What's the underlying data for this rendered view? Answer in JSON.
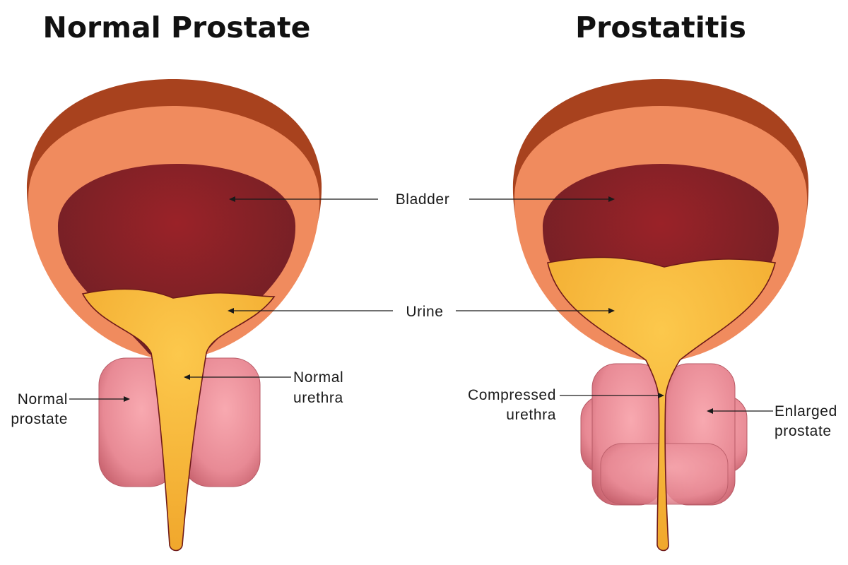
{
  "titles": {
    "left": "Normal Prostate",
    "right": "Prostatitis"
  },
  "labels": {
    "bladder": "Bladder",
    "urine": "Urine",
    "normal_prostate_1": "Normal",
    "normal_prostate_2": "prostate",
    "normal_urethra_1": "Normal",
    "normal_urethra_2": "urethra",
    "compressed_urethra_1": "Compressed",
    "compressed_urethra_2": "urethra",
    "enlarged_prostate_1": "Enlarged",
    "enlarged_prostate_2": "prostate"
  },
  "colors": {
    "bladder_outer": "#a8421e",
    "bladder_wall": "#f08b5e",
    "bladder_inner": "#8e2329",
    "urine": "#f7b535",
    "urine_edge": "#6e1a1a",
    "prostate": "#ea8e98",
    "prostate_edge": "#b3545f"
  }
}
